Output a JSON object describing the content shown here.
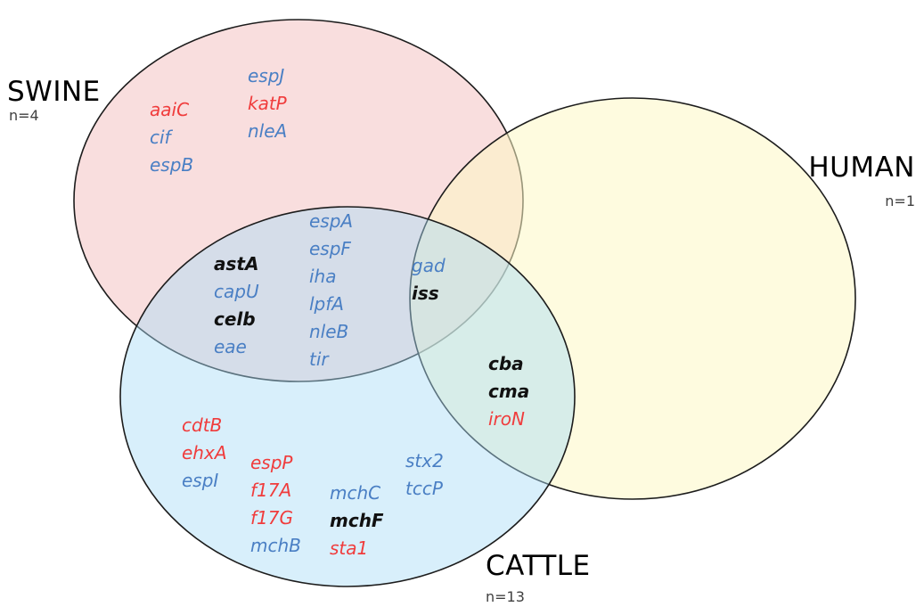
{
  "colors": {
    "swine_fill": "#f4c3c3",
    "cattle_fill": "#a9dcf7",
    "human_fill": "#fdf8c4",
    "outline": "#1c1c1c",
    "red_gene": "#f03c3c",
    "blue_gene": "#4a7fc4",
    "black_gene": "#111111"
  },
  "sets": {
    "swine": {
      "label": "SWINE",
      "count": "n=4"
    },
    "human": {
      "label": "HUMAN",
      "count": "n=1"
    },
    "cattle": {
      "label": "CATTLE",
      "count": "n=13"
    }
  },
  "regions": {
    "swine_only": {
      "col1": [
        {
          "name": "aaiC",
          "color": "red",
          "bold": false
        },
        {
          "name": "cif",
          "color": "blue",
          "bold": false
        },
        {
          "name": "espB",
          "color": "blue",
          "bold": false
        }
      ],
      "col2": [
        {
          "name": "espJ",
          "color": "blue",
          "bold": false
        },
        {
          "name": "katP",
          "color": "red",
          "bold": false
        },
        {
          "name": "nleA",
          "color": "blue",
          "bold": false
        }
      ]
    },
    "swine_cattle": {
      "col1": [
        {
          "name": "astA",
          "color": "black",
          "bold": true
        },
        {
          "name": "capU",
          "color": "blue",
          "bold": false
        },
        {
          "name": "celb",
          "color": "black",
          "bold": true
        },
        {
          "name": "eae",
          "color": "blue",
          "bold": false
        }
      ],
      "col2": [
        {
          "name": "espA",
          "color": "blue",
          "bold": false
        },
        {
          "name": "espF",
          "color": "blue",
          "bold": false
        },
        {
          "name": "iha",
          "color": "blue",
          "bold": false
        },
        {
          "name": "lpfA",
          "color": "blue",
          "bold": false
        },
        {
          "name": "nleB",
          "color": "blue",
          "bold": false
        },
        {
          "name": "tir",
          "color": "blue",
          "bold": false
        }
      ]
    },
    "all_three": {
      "col1": [
        {
          "name": "gad",
          "color": "blue",
          "bold": false
        },
        {
          "name": "iss",
          "color": "black",
          "bold": true
        }
      ]
    },
    "cattle_human": {
      "col1": [
        {
          "name": "cba",
          "color": "black",
          "bold": true
        },
        {
          "name": "cma",
          "color": "black",
          "bold": true
        },
        {
          "name": "iroN",
          "color": "red",
          "bold": false
        }
      ]
    },
    "cattle_only": {
      "col1": [
        {
          "name": "cdtB",
          "color": "red",
          "bold": false
        },
        {
          "name": "ehxA",
          "color": "red",
          "bold": false
        },
        {
          "name": "espI",
          "color": "blue",
          "bold": false
        }
      ],
      "col2": [
        {
          "name": "espP",
          "color": "red",
          "bold": false
        },
        {
          "name": "f17A",
          "color": "red",
          "bold": false
        },
        {
          "name": "f17G",
          "color": "red",
          "bold": false
        },
        {
          "name": "mchB",
          "color": "blue",
          "bold": false
        }
      ],
      "col3": [
        {
          "name": "mchC",
          "color": "blue",
          "bold": false
        },
        {
          "name": "mchF",
          "color": "black",
          "bold": true
        },
        {
          "name": "sta1",
          "color": "red",
          "bold": false
        }
      ],
      "col4": [
        {
          "name": "stx2",
          "color": "blue",
          "bold": false
        },
        {
          "name": "tccP",
          "color": "blue",
          "bold": false
        }
      ]
    }
  }
}
